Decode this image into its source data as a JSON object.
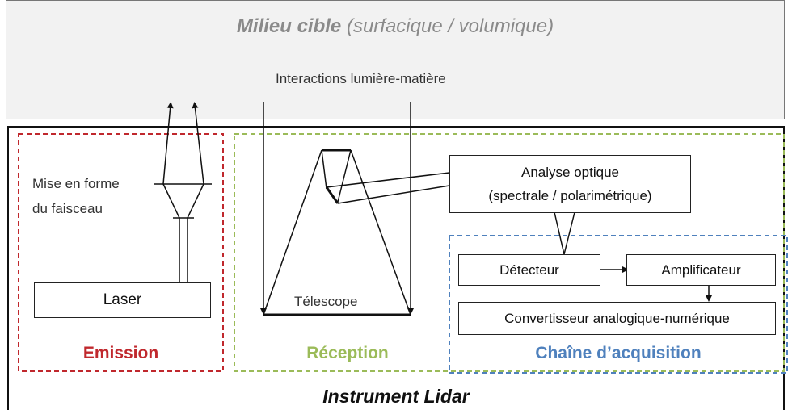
{
  "target": {
    "title_bold": "Milieu cible",
    "title_italic": "(surfacique / volumique)",
    "interactions": "Interactions lumière-matière"
  },
  "emission": {
    "label": "Emission",
    "beam_shaping_line1": "Mise en forme",
    "beam_shaping_line2": "du faisceau",
    "laser": "Laser"
  },
  "reception": {
    "label": "Réception",
    "telescope": "Télescope",
    "optical_analysis_line1": "Analyse optique",
    "optical_analysis_line2": "(spectrale / polarimétrique)"
  },
  "acquisition": {
    "label": "Chaîne d’acquisition",
    "detector": "Détecteur",
    "amplifier": "Amplificateur",
    "converter": "Convertisseur  analogique-numérique"
  },
  "instrument": {
    "label": "Instrument Lidar"
  },
  "colors": {
    "emission": "#c0282d",
    "reception": "#9bbb59",
    "acquisition": "#4f81bd"
  }
}
